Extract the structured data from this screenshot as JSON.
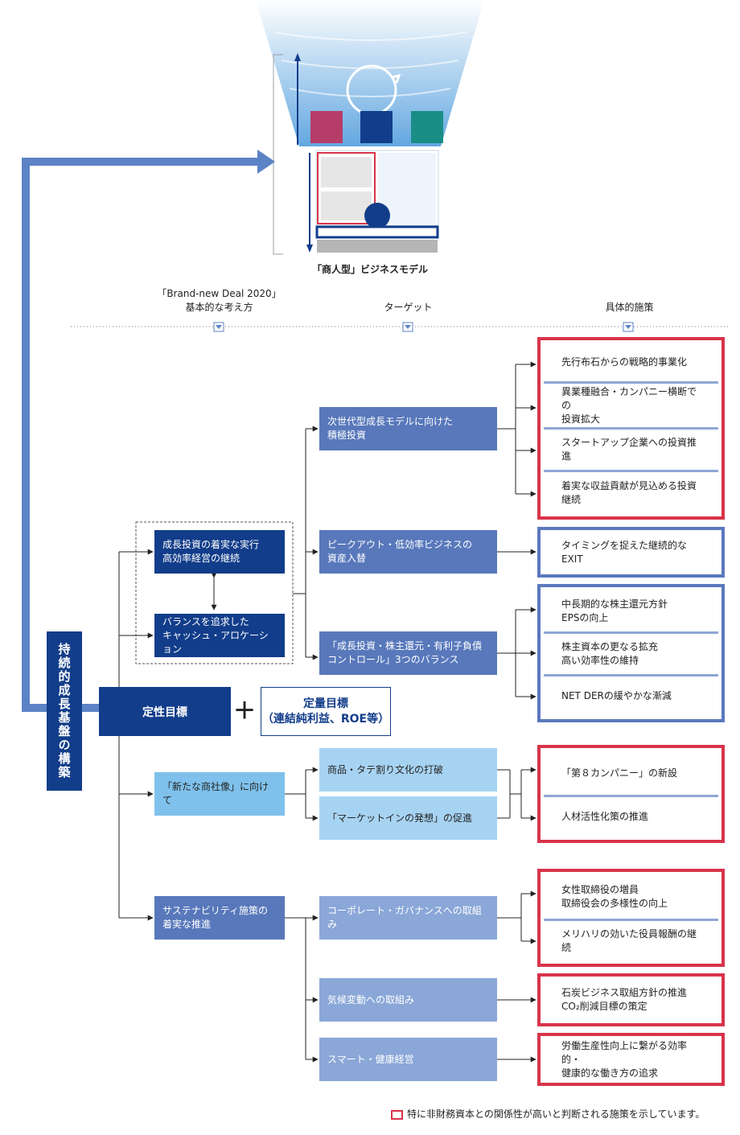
{
  "top_caption": "「商人型」ビジネスモデル",
  "columns": {
    "col1": "「Brand-new Deal 2020」\n基本的な考え方",
    "col2": "ターゲット",
    "col3": "具体的施策"
  },
  "left_vertical": "持続的成長基盤の構築",
  "qualitative": "定性目標",
  "plus": "＋",
  "quantitative": "定量目標\n（連結純利益、ROE等）",
  "core": {
    "growth": "成長投資の着実な実行\n高効率経営の継続",
    "balance": "バランスを追求した\nキャッシュ・アロケーション"
  },
  "targets": {
    "next_gen": "次世代型成長モデルに向けた\n積極投資",
    "peakout": "ピークアウト・低効率ビジネスの\n資産入替",
    "three_balance": "「成長投資・株主還元・有利子負債\nコントロール」3つのバランス",
    "new_merchant": "「新たな商社像」に向けて",
    "break_vertical": "商品・タテ割り文化の打破",
    "market_in": "「マーケットインの発想」の促進",
    "sustainability": "サステナビリティ施策の\n着実な推進",
    "governance": "コーポレート・ガバナンスへの取組み",
    "climate": "気候変動への取組み",
    "smart": "スマート・健康経営"
  },
  "measures": {
    "g1": [
      "先行布石からの戦略的事業化",
      "異業種融合・カンパニー横断での\n投資拡大",
      "スタートアップ企業への投資推進",
      "着実な収益貢献が見込める投資継続"
    ],
    "g2": [
      "タイミングを捉えた継続的なEXIT"
    ],
    "g3": [
      "中長期的な株主還元方針\nEPSの向上",
      "株主資本の更なる拡充\n高い効率性の維持",
      "NET DERの緩やかな漸減"
    ],
    "g4": [
      "「第８カンパニー」の新設",
      "人材活性化策の推進"
    ],
    "g5": [
      "女性取締役の増員\n取締役会の多様性の向上",
      "メリハリの効いた役員報酬の継続"
    ],
    "g6": [
      "石炭ビジネス取組方針の推進\nCO₂削減目標の策定"
    ],
    "g7": [
      "労働生産性向上に繋がる効率的・\n健康的な働き方の追求"
    ]
  },
  "legend": "特に非財務資本との関係性が高いと判断される施策を示しています。",
  "colors": {
    "dark_navy": "#123d8a",
    "mid_blue": "#5878bb",
    "light_blue": "#8aa7d8",
    "sky_blue": "#a7d3f2",
    "highlight_red": "#d8344a",
    "pink": "#b63d68",
    "teal": "#1a8e86"
  },
  "icons": [
    "cycle-arrow-icon",
    "down-arrow-icon",
    "times-icon"
  ]
}
